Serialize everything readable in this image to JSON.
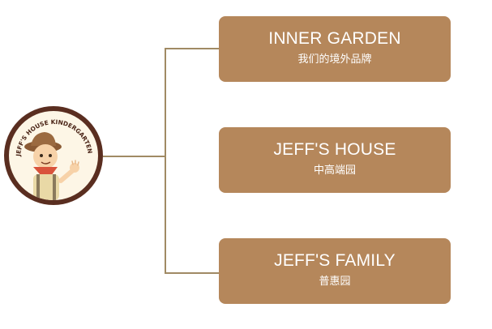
{
  "logo": {
    "text": "JEFF'S HOUSE KINDERGARTEN"
  },
  "nodes": [
    {
      "title": "INNER GARDEN",
      "subtitle": "我们的境外品牌"
    },
    {
      "title": "JEFF'S HOUSE",
      "subtitle": "中高端园"
    },
    {
      "title": "JEFF'S FAMILY",
      "subtitle": "普惠园"
    }
  ],
  "colors": {
    "box": "#b5875b",
    "line": "#a08a64",
    "logo_ring": "#5a2e20"
  }
}
